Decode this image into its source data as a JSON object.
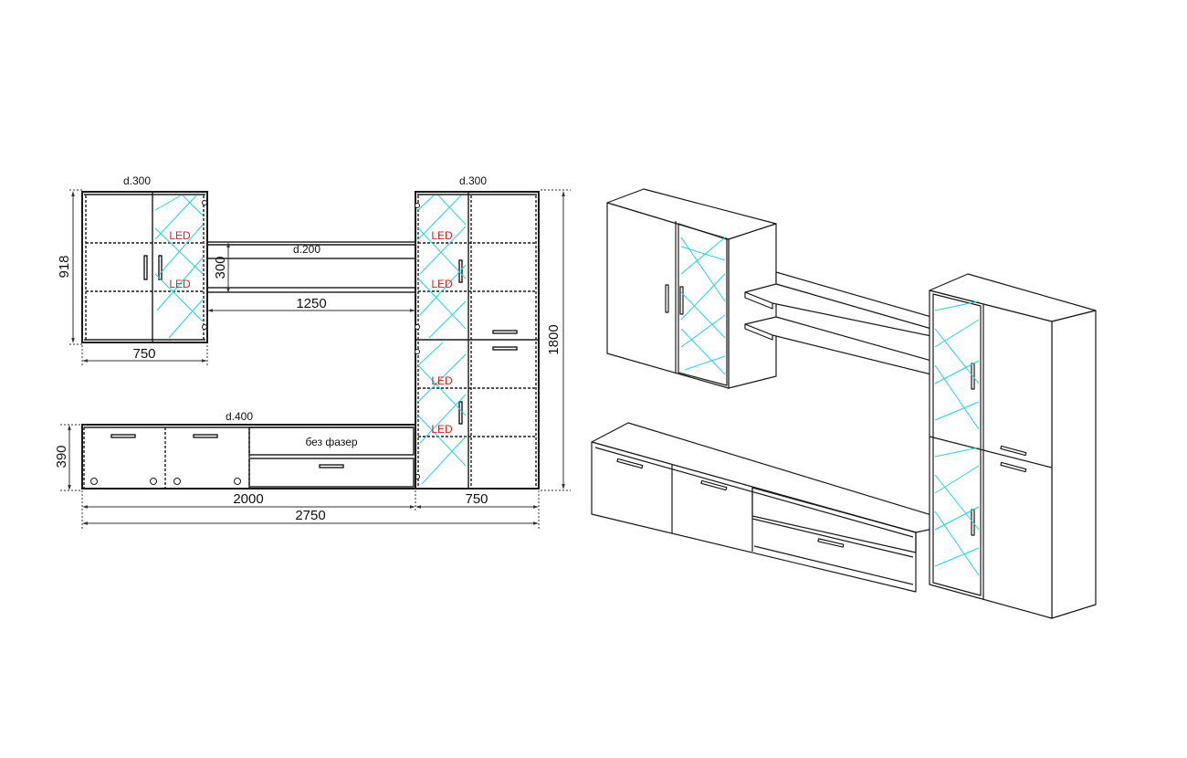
{
  "colors": {
    "line": "#1a1a1a",
    "glass": "#22d3e0",
    "led": "#e02020",
    "dim": "#333333"
  },
  "labels": {
    "depth_top_left": "d.300",
    "depth_top_right": "d.300",
    "depth_shelf": "d.200",
    "depth_base": "d.400",
    "base_note": "без фазер",
    "led": "LED"
  },
  "dimensions": {
    "wall_cab_height": "918",
    "wall_cab_width": "750",
    "shelf_spacing": "300",
    "shelf_width": "1250",
    "tower_height": "1800",
    "base_height": "390",
    "base_width": "2000",
    "tower_width": "750",
    "total_width": "2750"
  }
}
